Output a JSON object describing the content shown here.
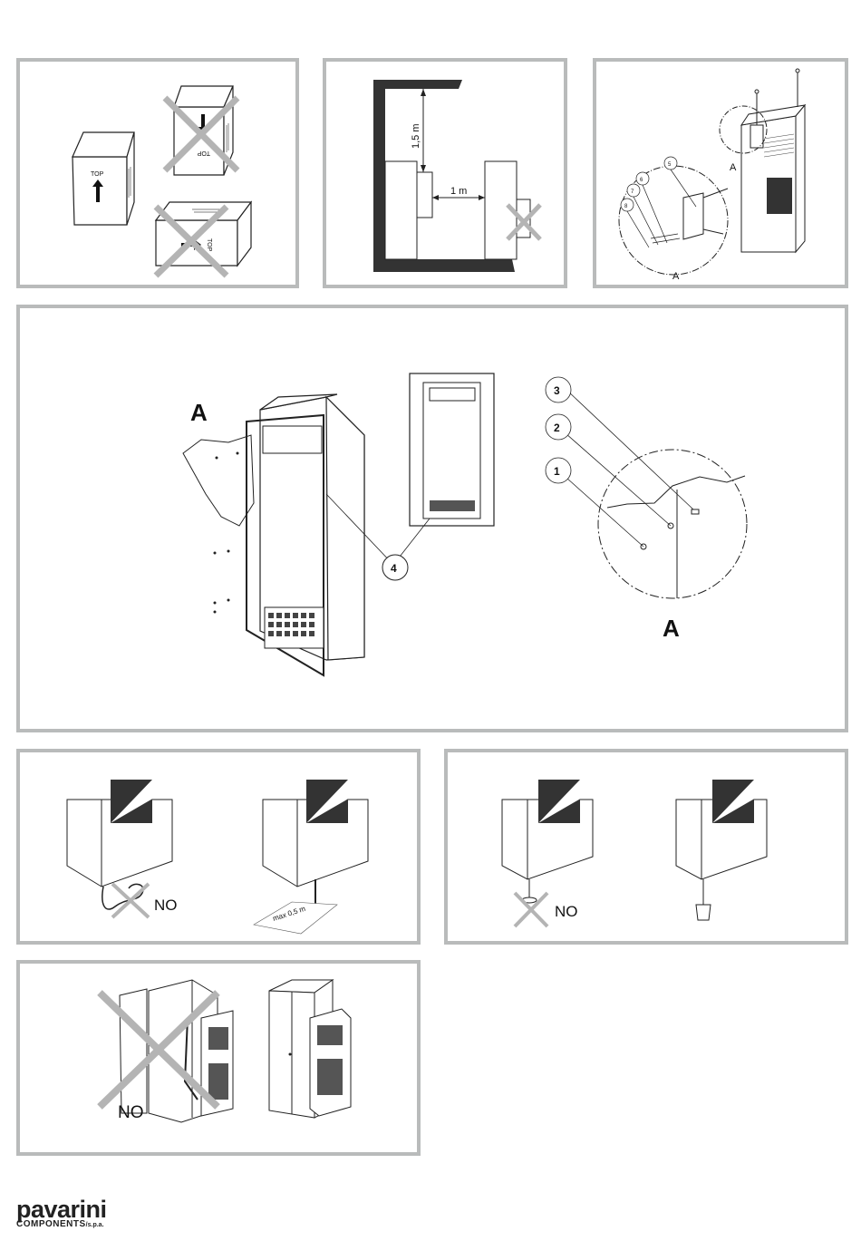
{
  "panels": {
    "storage": {
      "top_label": "TOP"
    },
    "clearance": {
      "height_label": "1,5 m",
      "width_label": "1 m"
    },
    "detail_small": {
      "callouts": [
        "5",
        "6",
        "7",
        "8"
      ],
      "detail_label": "A"
    },
    "mounting": {
      "detail_label": "A",
      "callouts": [
        "1",
        "2",
        "3",
        "4"
      ]
    },
    "drain_tube": {
      "no_label": "NO",
      "max_label": "max 0,5 m"
    },
    "drain_bottle": {
      "no_label": "NO"
    },
    "door": {
      "no_label": "NO"
    }
  },
  "logo": {
    "name": "pavarini",
    "subtitle": "COMPONENTS",
    "suffix": "/s.p.a."
  }
}
